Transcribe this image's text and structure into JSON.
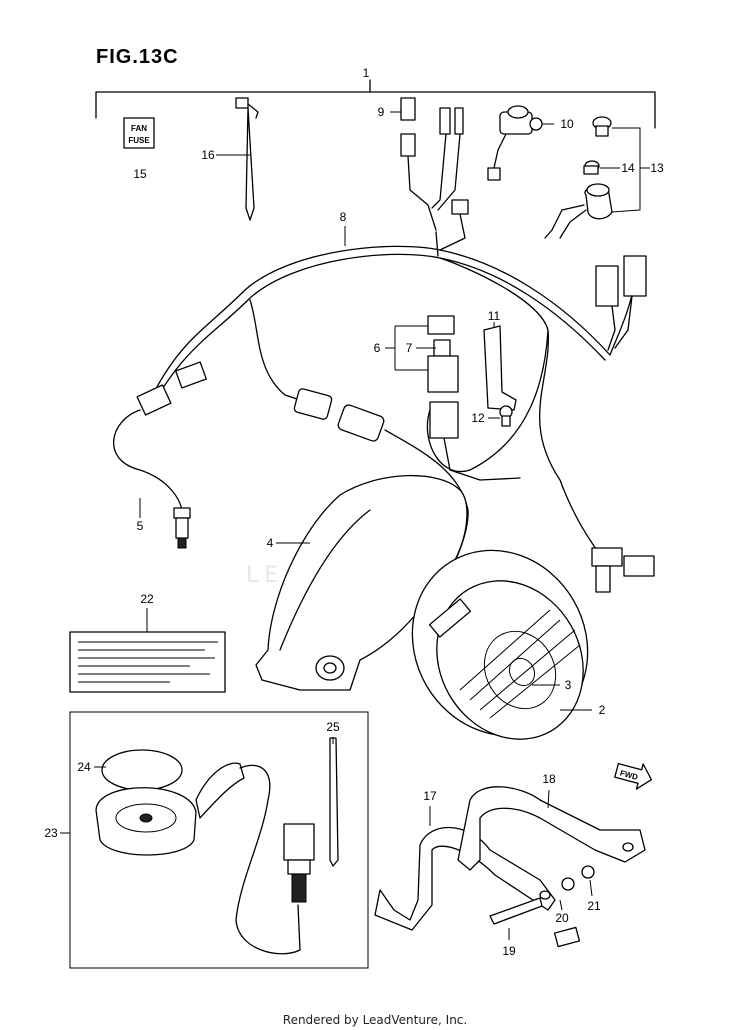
{
  "figure_title": "FIG.13C",
  "footer": "Rendered by LeadVenture, Inc.",
  "watermark": "LEADVENTURE",
  "fuse_label": {
    "line1": "FAN",
    "line2": "FUSE"
  },
  "callouts": [
    "1",
    "2",
    "3",
    "4",
    "5",
    "6",
    "7",
    "8",
    "9",
    "10",
    "11",
    "12",
    "13",
    "14",
    "15",
    "16",
    "17",
    "18",
    "19",
    "20",
    "21",
    "22",
    "23",
    "24",
    "25"
  ],
  "fwd_arrow_label": "FWD"
}
